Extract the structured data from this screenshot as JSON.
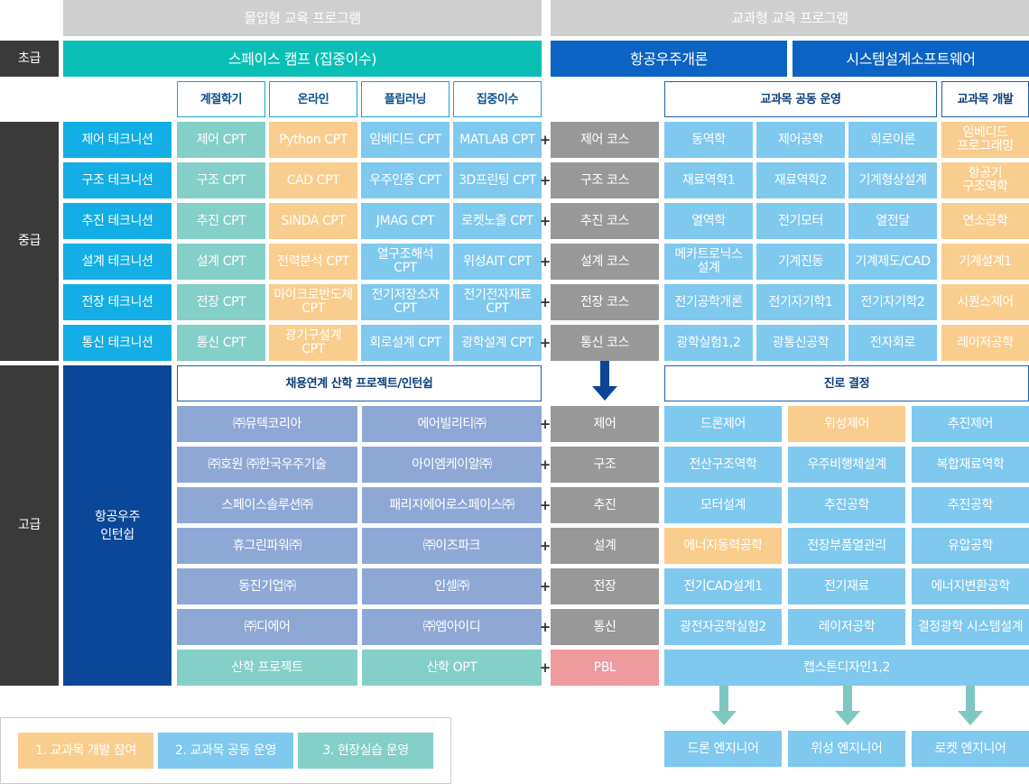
{
  "headers": {
    "immersive": "몰입형 교육 프로그램",
    "curriculum": "교과형 교육 프로그램"
  },
  "levels": {
    "beginner": "초급",
    "intermediate": "중급",
    "advanced": "고급"
  },
  "beginner_row": {
    "camp": "스페이스 캠프 (집중이수)",
    "intro": "항공우주개론",
    "software": "시스템설계소프트웨어"
  },
  "cpt_columns": [
    "계절학기",
    "온라인",
    "플립러닝",
    "집중이수"
  ],
  "curriculum_groups": {
    "joint": "교과목 공동 운영",
    "develop": "교과목 개발"
  },
  "technicians": [
    "제어 테크니션",
    "구조 테크니션",
    "추진 테크니션",
    "설계 테크니션",
    "전장 테크니션",
    "통신 테크니션"
  ],
  "cpt_rows": [
    [
      "제어 CPT",
      "Python CPT",
      "임베디드 CPT",
      "MATLAB CPT"
    ],
    [
      "구조 CPT",
      "CAD CPT",
      "우주인증 CPT",
      "3D프린팅 CPT"
    ],
    [
      "추진 CPT",
      "SINDA CPT",
      "JMAG CPT",
      "로켓노즐 CPT"
    ],
    [
      "설계 CPT",
      "전력분석 CPT",
      "열구조해석\nCPT",
      "위성AIT CPT"
    ],
    [
      "전장 CPT",
      "마이크로반도체\nCPT",
      "전기저장소자\nCPT",
      "전기전자재료\nCPT"
    ],
    [
      "통신 CPT",
      "광기구설계\nCPT",
      "회로설계 CPT",
      "광학설계 CPT"
    ]
  ],
  "courses": [
    "제어 코스",
    "구조 코스",
    "추진 코스",
    "설계 코스",
    "전장 코스",
    "통신 코스"
  ],
  "joint_rows": [
    [
      "동역학",
      "제어공학",
      "회로이론"
    ],
    [
      "재료역학1",
      "재료역학2",
      "기계형상설계"
    ],
    [
      "열역학",
      "전기모터",
      "열전달"
    ],
    [
      "메카트로닉스\n설계",
      "기계진동",
      "기계제도/CAD"
    ],
    [
      "전기공학개론",
      "전기자기학1",
      "전기자기학2"
    ],
    [
      "광학실험1,2",
      "광통신공학",
      "전자회로"
    ]
  ],
  "develop_col": [
    "임베디드\n프로그래밍",
    "항공기\n구조역학",
    "연소공학",
    "기계설계1",
    "시퀀스제어",
    "레이저공학"
  ],
  "internship": "항공우주\n인턴쉽",
  "industry_header": "채용연계 산학 프로젝트/인턴쉽",
  "companies": [
    [
      "㈜뮤텍코리아",
      "에어빌리티㈜"
    ],
    [
      "㈜호원  ㈜한국우주기술",
      "아이엠케이알㈜"
    ],
    [
      "스페이스솔루션㈜",
      "패리지에어로스페이스㈜"
    ],
    [
      "휴그린파워㈜",
      "㈜이즈파크"
    ],
    [
      "동진기업㈜",
      "인셀㈜"
    ],
    [
      "㈜디에어",
      "㈜엠아이디"
    ]
  ],
  "projects": {
    "industry": "산학 프로젝트",
    "opt": "산학 OPT",
    "pbl": "PBL",
    "capstone": "캡스톤디자인1,2"
  },
  "tracks": [
    "제어",
    "구조",
    "추진",
    "설계",
    "전장",
    "통신"
  ],
  "career_header": "진로 결정",
  "career_rows": [
    [
      "드론제어",
      "위성제어",
      "추진제어"
    ],
    [
      "전산구조역학",
      "우주비행체설계",
      "복합재료역학"
    ],
    [
      "모터설계",
      "추진공학",
      "추진공학"
    ],
    [
      "에너지동력공학",
      "전장부품열관리",
      "유압공학"
    ],
    [
      "전기CAD설계1",
      "전기재료",
      "에너지변환공학"
    ],
    [
      "광전자공학실험2",
      "레이저공학",
      "결정광학 시스템설계"
    ]
  ],
  "engineers": [
    "드론 엔지니어",
    "위성 엔지니어",
    "로켓 엔지니어"
  ],
  "legend": [
    "1. 교과목 개발 참여",
    "2. 교과목 공동 운영",
    "3. 현장실습 운영"
  ],
  "plus_symbol": "+",
  "colors": {
    "teal": "#09bfb5",
    "navy": "#0b63c3",
    "orange": "#f9cd8d",
    "light_blue": "#7fc8ee",
    "light_teal": "#84cfc7",
    "gray": "#989898",
    "slate": "#8ea8d6",
    "pink": "#ef9a9c",
    "dark": "#3a3a3a",
    "dark_navy": "#0b4798",
    "arrow_teal": "#7fc8c1",
    "arrow_navy": "#0b4798"
  }
}
